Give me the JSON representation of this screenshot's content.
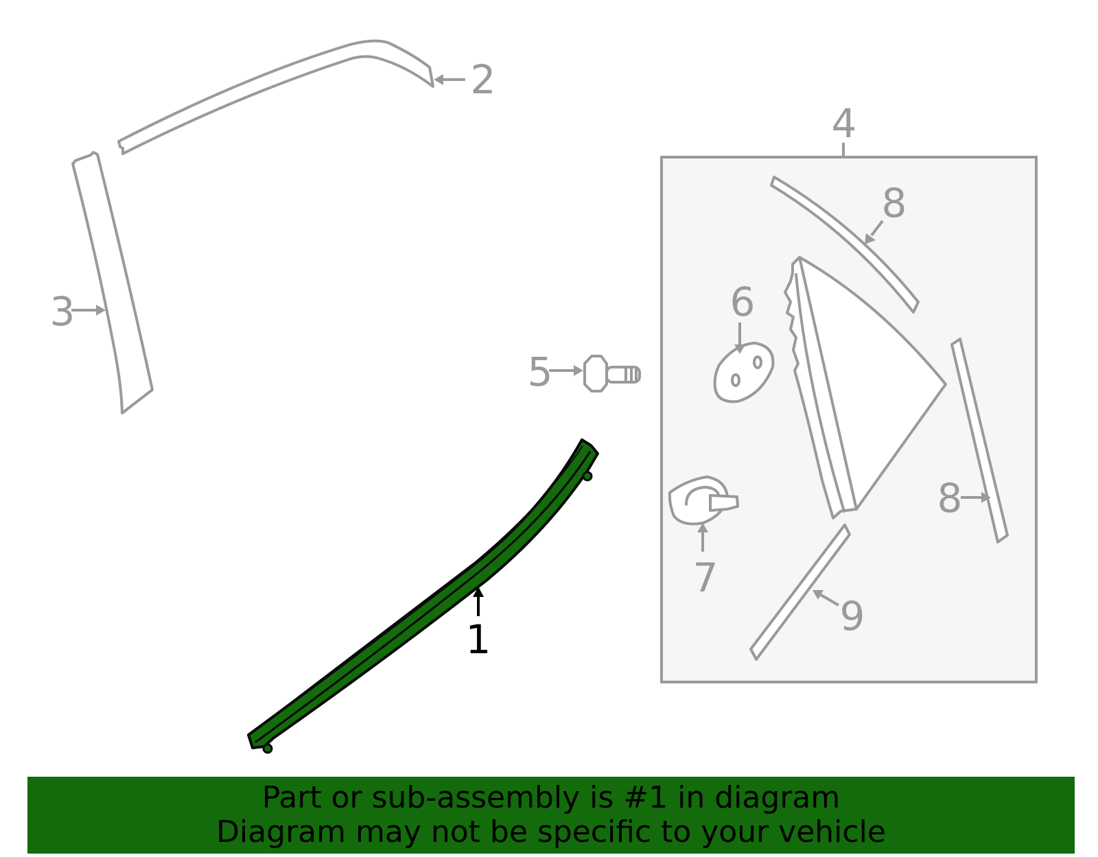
{
  "callouts": {
    "c1": "1",
    "c2": "2",
    "c3": "3",
    "c4": "4",
    "c5": "5",
    "c6": "6",
    "c7": "7",
    "c8a": "8",
    "c8b": "8",
    "c9": "9"
  },
  "highlighted_part": "1",
  "colors": {
    "highlight_fill": "#136b0b",
    "line_gray": "#9a9a9a",
    "box_fill": "#f6f6f6",
    "banner_bg": "#136b0b"
  },
  "banner": {
    "line1": "Part or sub-assembly is #1 in diagram",
    "line2": "Diagram may not be specific to your vehicle"
  }
}
